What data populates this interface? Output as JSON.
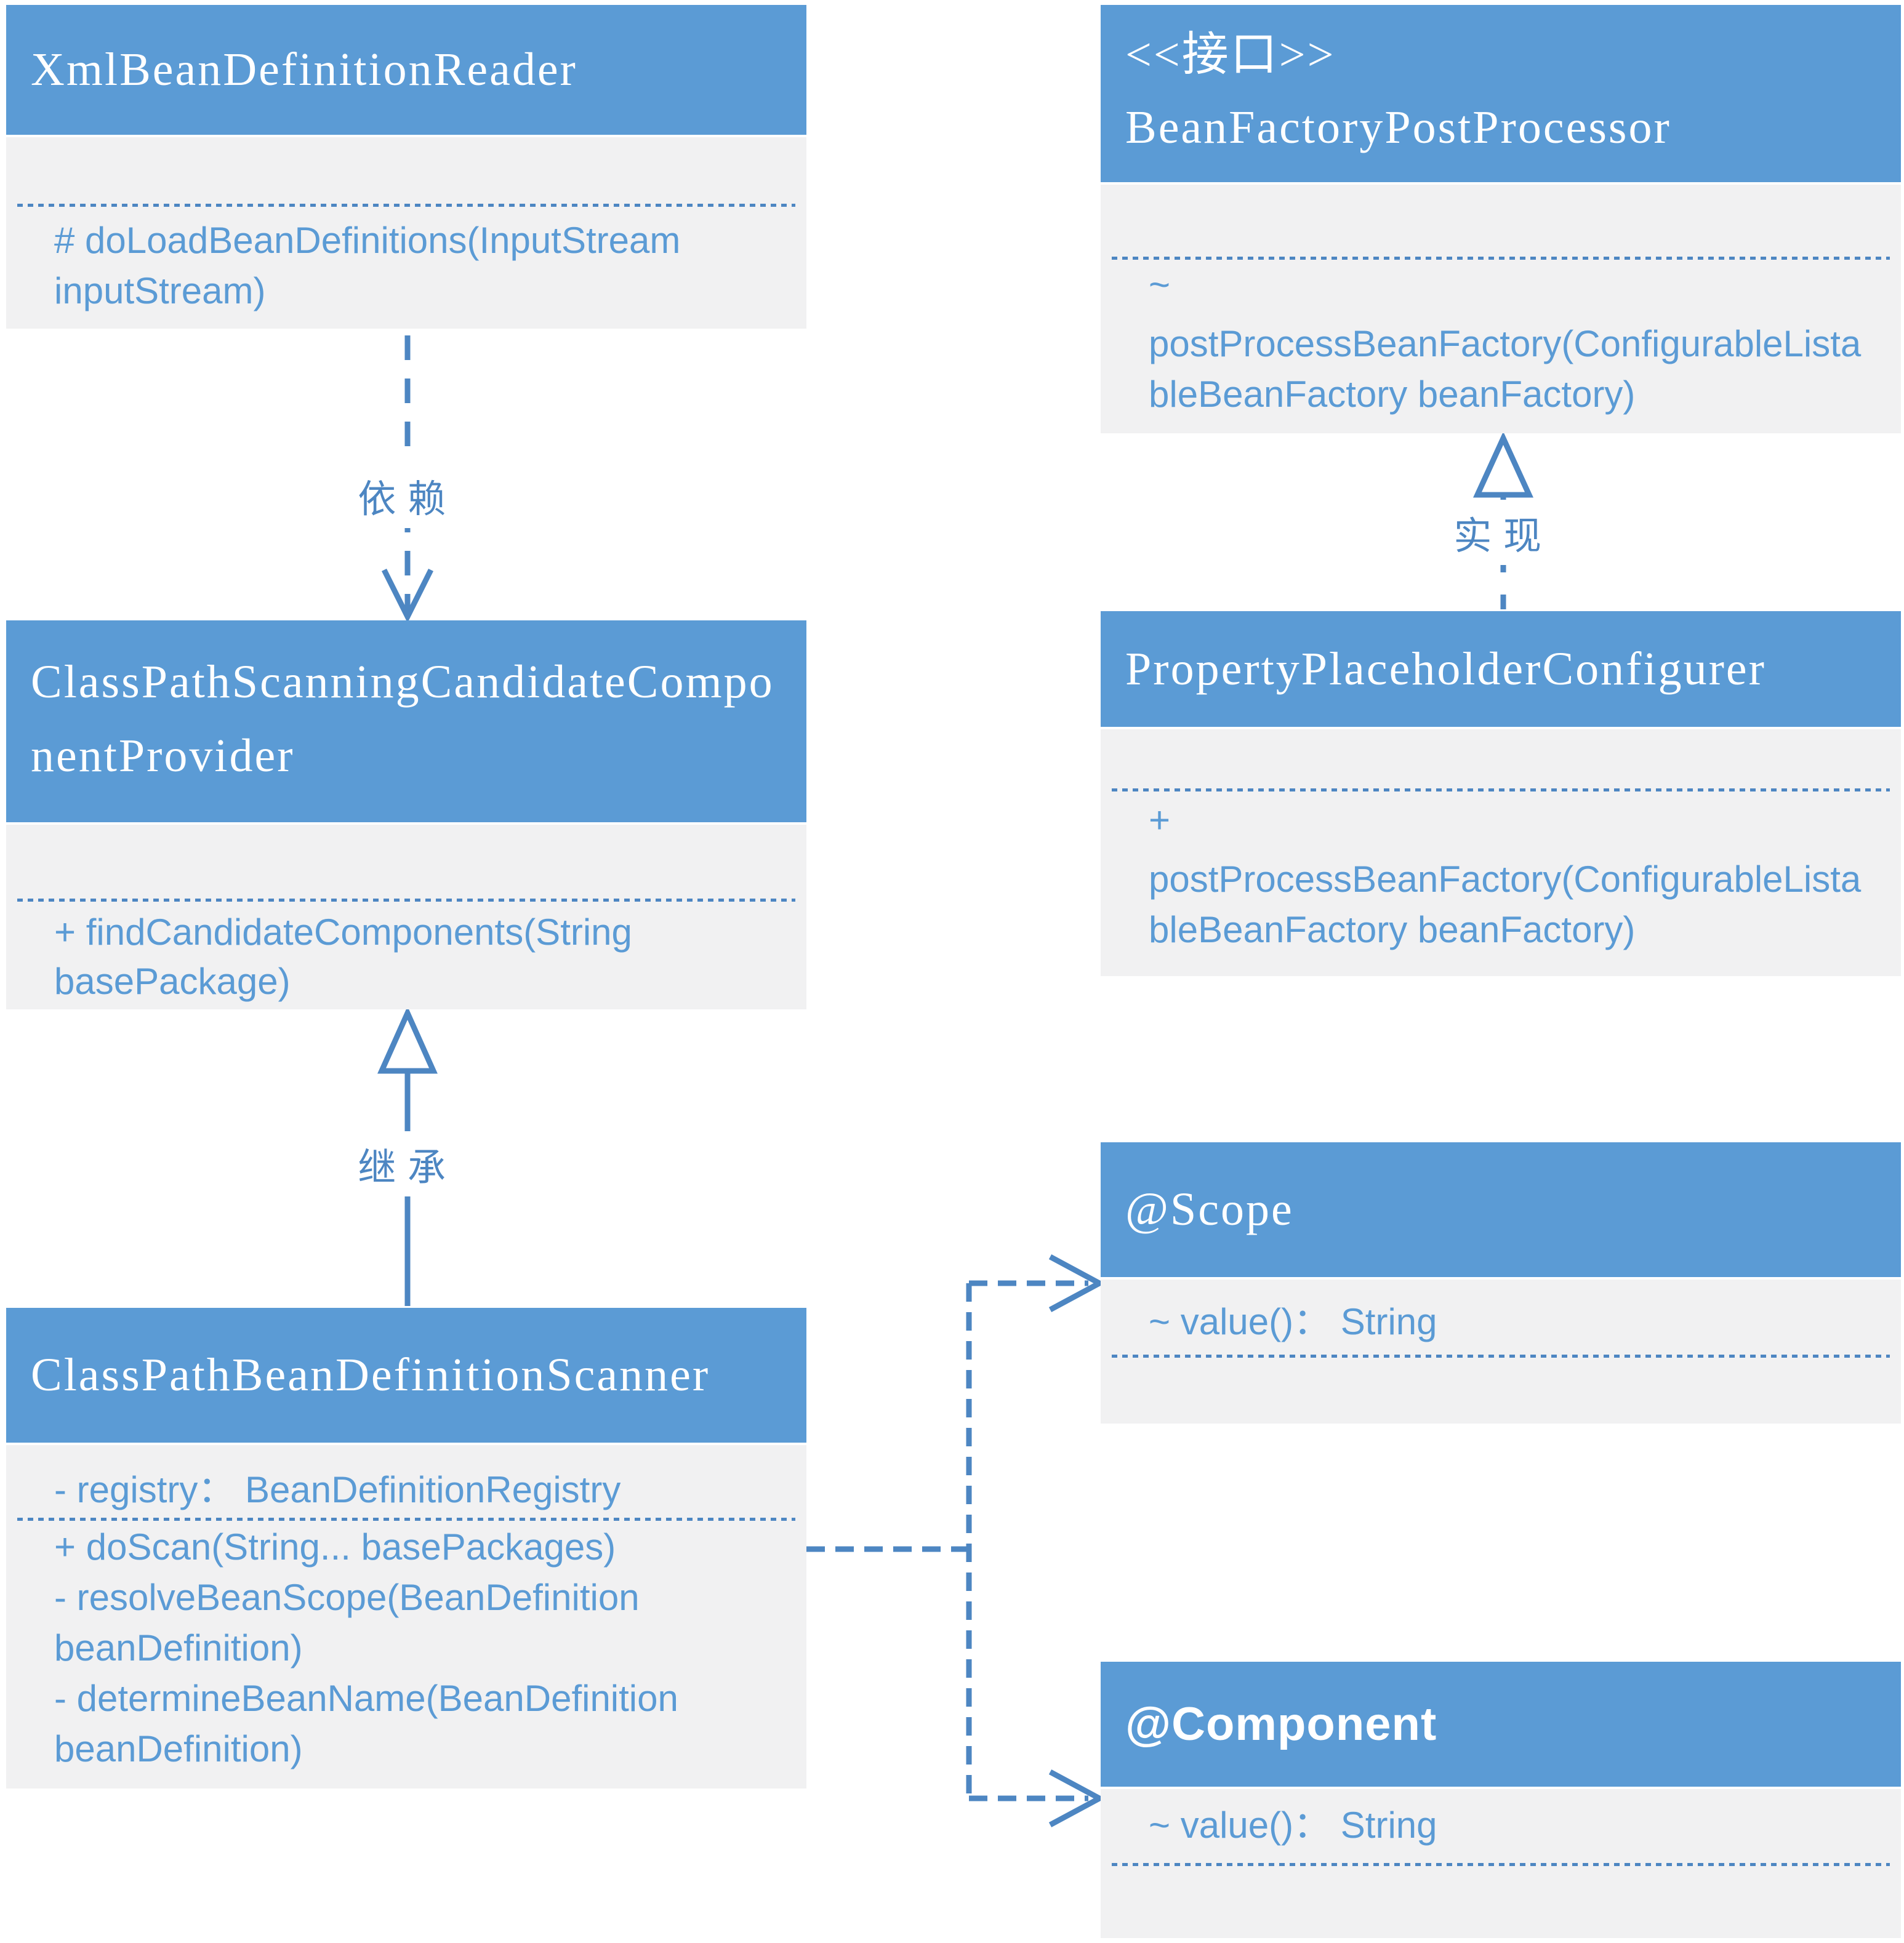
{
  "colors": {
    "header_blue": "#5b9bd5",
    "body_gray": "#f1f1f2",
    "line_blue": "#4d86c2",
    "member_text_blue": "#5b9bd5",
    "title_text_white": "#ffffff"
  },
  "boxes": {
    "xml_reader": {
      "title": "XmlBeanDefinitionReader",
      "method": "# doLoadBeanDefinitions(InputStream inputStream)"
    },
    "bean_factory_post_processor": {
      "stereotype": "<<接口>>",
      "title": "BeanFactoryPostProcessor",
      "visibility": "~",
      "method": "postProcessBeanFactory(ConfigurableListableBeanFactory beanFactory)"
    },
    "candidate_component_provider": {
      "title": "ClassPathScanningCandidateComponentProvider",
      "method": "+ findCandidateComponents(String basePackage)"
    },
    "property_placeholder_configurer": {
      "title": "PropertyPlaceholderConfigurer",
      "visibility": "+",
      "method": "postProcessBeanFactory(ConfigurableListableBeanFactory beanFactory)"
    },
    "bean_definition_scanner": {
      "title": "ClassPathBeanDefinitionScanner",
      "field": "- registry： BeanDefinitionRegistry",
      "method1": "+ doScan(String... basePackages)",
      "method2": "- resolveBeanScope(BeanDefinition beanDefinition)",
      "method3": "- determineBeanName(BeanDefinition beanDefinition)"
    },
    "scope_annotation": {
      "title": "@Scope",
      "method": "~ value()： String"
    },
    "component_annotation": {
      "title": "@Component",
      "method": "~ value()： String"
    }
  },
  "edges": {
    "dependency": {
      "label": "依赖",
      "type": "dashed-open-arrow",
      "from": "XmlBeanDefinitionReader",
      "to": "ClassPathScanningCandidateComponentProvider"
    },
    "inheritance": {
      "label": "继承",
      "type": "solid-hollow-triangle",
      "from": "ClassPathBeanDefinitionScanner",
      "to": "ClassPathScanningCandidateComponentProvider"
    },
    "realization": {
      "label": "实现",
      "type": "dashed-hollow-triangle",
      "from": "PropertyPlaceholderConfigurer",
      "to": "BeanFactoryPostProcessor"
    },
    "scanner_to_scope": {
      "label": "",
      "type": "dashed-open-arrow",
      "from": "ClassPathBeanDefinitionScanner",
      "to": "@Scope"
    },
    "scanner_to_component": {
      "label": "",
      "type": "dashed-open-arrow",
      "from": "ClassPathBeanDefinitionScanner",
      "to": "@Component"
    }
  }
}
